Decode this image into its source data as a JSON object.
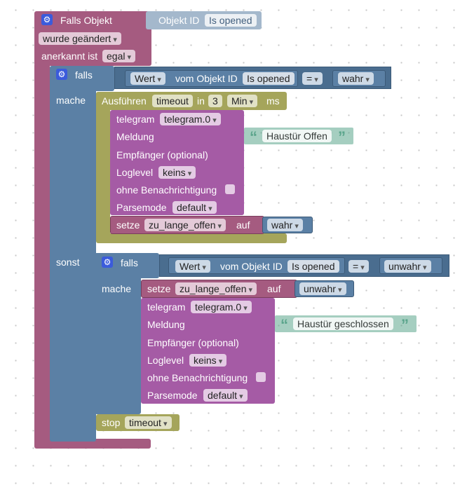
{
  "trigger": {
    "title": "Falls Objekt",
    "object_id_label": "Objekt ID",
    "object_id_value": "Is opened",
    "change": "wurde geändert",
    "ack_label": "anerkannt ist",
    "ack_value": "egal"
  },
  "if1": {
    "label_if": "falls",
    "label_do": "mache",
    "label_else": "sonst",
    "compare": {
      "prop": "Wert",
      "of_label": "vom Objekt ID",
      "object": "Is opened",
      "op": "=",
      "value": "wahr"
    }
  },
  "timeout": {
    "label": "Ausführen",
    "name": "timeout",
    "in_label": "in",
    "value": "3",
    "unit": "Min",
    "ms_label": "ms"
  },
  "telegram1": {
    "label": "telegram",
    "instance": "telegram.0",
    "message_label": "Meldung",
    "message": "Haustür Offen",
    "recipient_label": "Empfänger (optional)",
    "loglevel_label": "Loglevel",
    "loglevel": "keins",
    "silent_label": "ohne Benachrichtigung",
    "parsemode_label": "Parsemode",
    "parsemode": "default"
  },
  "set1": {
    "label": "setze",
    "variable": "zu_lange_offen",
    "to_label": "auf",
    "value": "wahr"
  },
  "if2": {
    "label_if": "falls",
    "label_do": "mache",
    "compare": {
      "prop": "Wert",
      "of_label": "vom Objekt ID",
      "object": "Is opened",
      "op": "=",
      "value": "unwahr"
    }
  },
  "set2": {
    "label": "setze",
    "variable": "zu_lange_offen",
    "to_label": "auf",
    "value": "unwahr"
  },
  "telegram2": {
    "label": "telegram",
    "instance": "telegram.0",
    "message_label": "Meldung",
    "message": "Haustür geschlossen",
    "recipient_label": "Empfänger (optional)",
    "loglevel_label": "Loglevel",
    "loglevel": "keins",
    "silent_label": "ohne Benachrichtigung",
    "parsemode_label": "Parsemode",
    "parsemode": "default"
  },
  "stop": {
    "label": "stop",
    "name": "timeout"
  },
  "colors": {
    "trigger": "#a55b80",
    "logic": "#5b80a5",
    "timer": "#a5a55b",
    "telegram": "#a55ba5",
    "text": "#5ba58c",
    "gear": "#3b5bdb"
  },
  "icons": {
    "mutator": "gear-icon",
    "quote_open": "quote-open-icon",
    "quote_close": "quote-close-icon"
  }
}
